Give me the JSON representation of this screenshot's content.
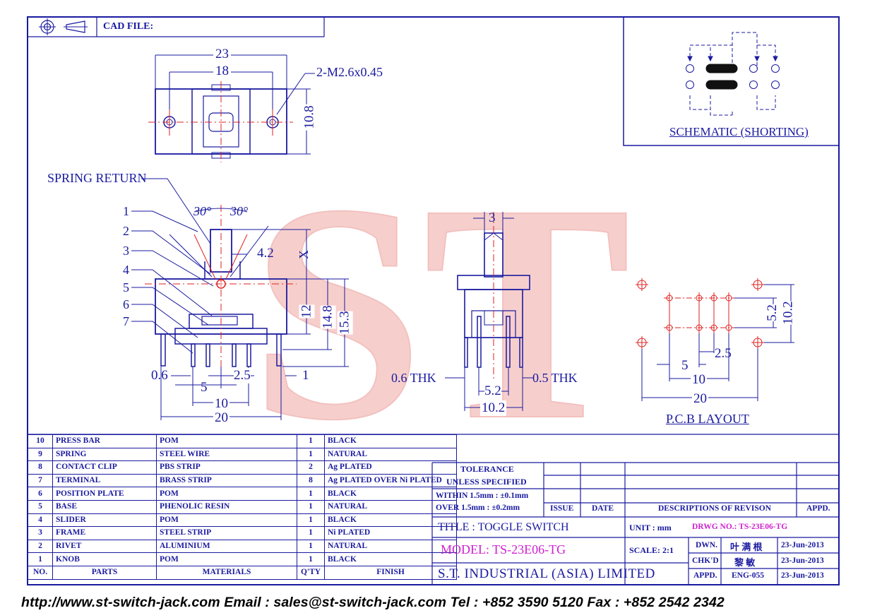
{
  "header": {
    "cad_file_label": "CAD FILE:"
  },
  "drawing_labels": {
    "top_view": {
      "dim_total": "23",
      "dim_holes": "18",
      "holes_note": "2-M2.6x0.45",
      "dim_height": "10.8"
    },
    "side_view": {
      "spring_return": "SPRING RETURN",
      "angle_left": "30°",
      "angle_right": "30°",
      "lever_width": "4.2",
      "lever_x": "X",
      "heights": [
        "12",
        "14.8",
        "15.3"
      ],
      "part_callouts": [
        "1",
        "2",
        "3",
        "4",
        "5",
        "6",
        "7"
      ],
      "dim_pin_thk": "0.6",
      "dim_pin_pitch_small": "2.5",
      "dim_pin_right": "1",
      "dim_5": "5",
      "dim_10": "10",
      "dim_20": "20"
    },
    "end_view": {
      "dim_lever": "3",
      "thk_left": "0.6 THK",
      "thk_right": "0.5 THK",
      "dim_inner": "5.2",
      "dim_outer": "10.2"
    },
    "pcb": {
      "title": "P.C.B LAYOUT",
      "dim_5": "5",
      "dim_10": "10",
      "dim_20": "20",
      "dim_2_5": "2.5",
      "dim_5_2": "5.2",
      "dim_10_2": "10.2"
    },
    "schematic": {
      "title": "SCHEMATIC (SHORTING)"
    },
    "watermark": "ST"
  },
  "bom": {
    "rows": [
      {
        "no": "10",
        "part": "PRESS BAR",
        "material": "POM",
        "qty": "1",
        "finish": "BLACK"
      },
      {
        "no": "9",
        "part": "SPRING",
        "material": "STEEL WIRE",
        "qty": "1",
        "finish": "NATURAL"
      },
      {
        "no": "8",
        "part": "CONTACT CLIP",
        "material": "PBS STRIP",
        "qty": "2",
        "finish": "Ag PLATED"
      },
      {
        "no": "7",
        "part": "TERMINAL",
        "material": "BRASS STRIP",
        "qty": "8",
        "finish": "Ag PLATED OVER Ni PLATED"
      },
      {
        "no": "6",
        "part": "POSITION PLATE",
        "material": "POM",
        "qty": "1",
        "finish": "BLACK"
      },
      {
        "no": "5",
        "part": "BASE",
        "material": "PHENOLIC RESIN",
        "qty": "1",
        "finish": "NATURAL"
      },
      {
        "no": "4",
        "part": "SLIDER",
        "material": "POM",
        "qty": "1",
        "finish": "BLACK"
      },
      {
        "no": "3",
        "part": "FRAME",
        "material": "STEEL STRIP",
        "qty": "1",
        "finish": "Ni PLATED"
      },
      {
        "no": "2",
        "part": "RIVET",
        "material": "ALUMINIUM",
        "qty": "1",
        "finish": "NATURAL"
      },
      {
        "no": "1",
        "part": "KNOB",
        "material": "POM",
        "qty": "1",
        "finish": "BLACK"
      }
    ],
    "headers": {
      "no": "NO.",
      "part": "PARTS",
      "material": "MATERIALS",
      "qty": "Q'TY",
      "finish": "FINISH"
    }
  },
  "title_block": {
    "tolerance_title": "TOLERANCE",
    "tolerance_sub": "UNLESS   SPECIFIED",
    "tol_within": "WITHIN  1.5mm : ±0.1mm",
    "tol_over": "OVER     1.5mm : ±0.2mm",
    "rev_headers": {
      "issue": "ISSUE",
      "date": "DATE",
      "desc": "DESCRIPTIONS  OF  REVISON",
      "appd": "APPD."
    },
    "title": "TITLE : TOGGLE SWITCH",
    "model": "MODEL:  TS-23E06-TG",
    "company": "S.T.  INDUSTRIAL  (ASIA)  LIMITED",
    "unit_label": "UNIT :   mm",
    "scale_label": "SCALE:  2:1",
    "drwg_no": "DRWG NO.: TS-23E06-TG",
    "dwn_label": "DWN.",
    "dwn_name": "叶 满 根",
    "dwn_date": "23-Jun-2013",
    "chkd_label": "CHK'D",
    "chkd_name": "黎 敏",
    "chkd_date": "23-Jun-2013",
    "appd_label": "APPD.",
    "appd_name": "ENG-055",
    "appd_date": "23-Jun-2013"
  },
  "footer": "http://www.st-switch-jack.com  Email : sales@st-switch-jack.com  Tel : +852 3590 5120  Fax : +852 2542 2342",
  "colors": {
    "ink": "#1a1aa0",
    "red_center": "#e02020",
    "watermark": "#f2b8b4",
    "model": "#d01fd0"
  }
}
